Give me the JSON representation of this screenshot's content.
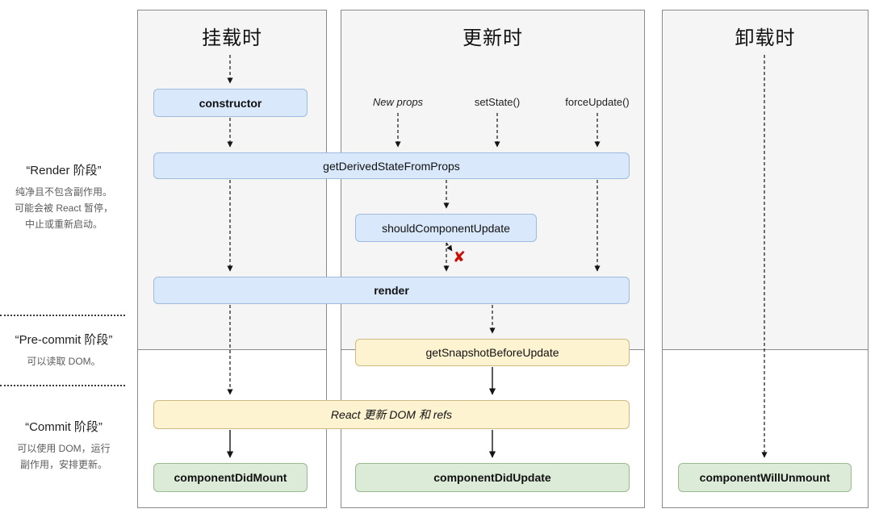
{
  "columns": [
    {
      "title": "挂载时"
    },
    {
      "title": "更新时"
    },
    {
      "title": "卸载时"
    }
  ],
  "phases": [
    {
      "title": "“Render 阶段”",
      "lines": [
        "纯净且不包含副作用。",
        "可能会被 React 暂停，",
        "中止或重新启动。"
      ]
    },
    {
      "title": "“Pre-commit 阶段”",
      "lines": [
        "可以读取 DOM。"
      ]
    },
    {
      "title": "“Commit 阶段”",
      "lines": [
        "可以使用 DOM，运行",
        "副作用，安排更新。"
      ]
    }
  ],
  "triggers": {
    "new_props": "New props",
    "set_state": "setState()",
    "force_update": "forceUpdate()"
  },
  "nodes": {
    "ctor": "constructor",
    "get_derived": "getDerivedStateFromProps",
    "should_update": "shouldComponentUpdate",
    "render": "render",
    "get_snapshot": "getSnapshotBeforeUpdate",
    "react_updates": "React 更新 DOM 和 refs",
    "did_mount": "componentDidMount",
    "did_update": "componentDidUpdate",
    "will_unmount": "componentWillUnmount"
  },
  "icons": {
    "abort_x": "✘"
  },
  "colors": {
    "node_blue": "#d9e8fb",
    "node_yellow": "#fdf3d1",
    "node_green": "#dcead8",
    "panel_gray": "#f5f5f5",
    "abort_red": "#cb0e02"
  }
}
